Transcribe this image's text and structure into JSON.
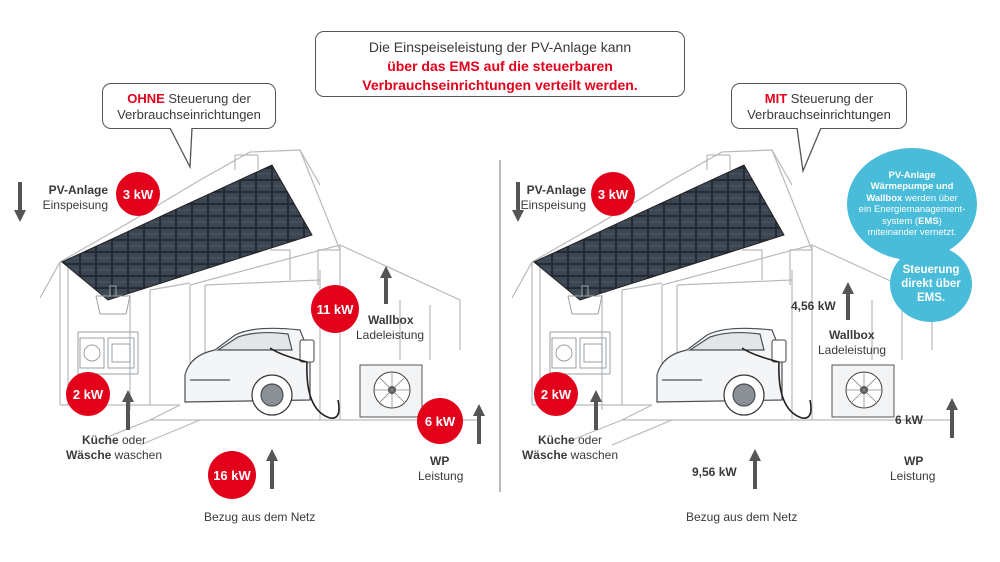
{
  "headline": {
    "line1": "Die Einspeiseleistung der PV-Anlage kann",
    "line2": "über das EMS auf die steuerbaren",
    "line3": "Verbrauchseinrichtungen verteilt werden."
  },
  "left": {
    "bubble_emph": "OHNE",
    "bubble_rest": " Steuerung der",
    "bubble_line2": "Verbrauchseinrichtungen",
    "pv_title": "PV-Anlage",
    "pv_sub": "Einspeisung",
    "pv_value": "3 kW",
    "wallbox_value": "11 kW",
    "wallbox_title": "Wallbox",
    "wallbox_sub": "Ladeleistung",
    "kitchen_value": "2 kW",
    "kitchen_l1_bold": "Küche",
    "kitchen_l1_rest": " oder",
    "kitchen_l2_bold": "Wäsche",
    "kitchen_l2_rest": " waschen",
    "wp_value": "6 kW",
    "wp_title": "WP",
    "wp_sub": "Leistung",
    "grid_value": "16 kW",
    "grid_label": "Bezug aus dem Netz"
  },
  "right": {
    "bubble_emph": "MIT",
    "bubble_rest": " Steuerung der",
    "bubble_line2": "Verbrauchseinrichtungen",
    "pv_title": "PV-Anlage",
    "pv_sub": "Einspeisung",
    "pv_value": "3 kW",
    "wallbox_value": "4,56 kW",
    "wallbox_title": "Wallbox",
    "wallbox_sub": "Ladeleistung",
    "kitchen_value": "2 kW",
    "kitchen_l1_bold": "Küche",
    "kitchen_l1_rest": " oder",
    "kitchen_l2_bold": "Wäsche",
    "kitchen_l2_rest": " waschen",
    "wp_value": "6 kW",
    "wp_title": "WP",
    "wp_sub": "Leistung",
    "grid_value": "9,56 kW",
    "grid_label": "Bezug aus dem Netz",
    "ems_info": {
      "l1": "PV-Anlage",
      "l2": "Wärmepumpe und",
      "l3_bold": "Wallbox",
      "l3_rest": " werden über",
      "l4": "ein Energiemanagement-",
      "l5_pre": "system (",
      "l5_bold": "EMS",
      "l5_post": ")",
      "l6": "miteinander vernetzt."
    },
    "ems_control": {
      "l1": "Steuerung",
      "l2": "direkt über",
      "l3": "EMS."
    }
  },
  "colors": {
    "accent_red": "#e2001a",
    "info_blue": "#49bcd9",
    "text": "#3a3a3a",
    "line": "#b4b8bc",
    "arrow": "#555555"
  }
}
